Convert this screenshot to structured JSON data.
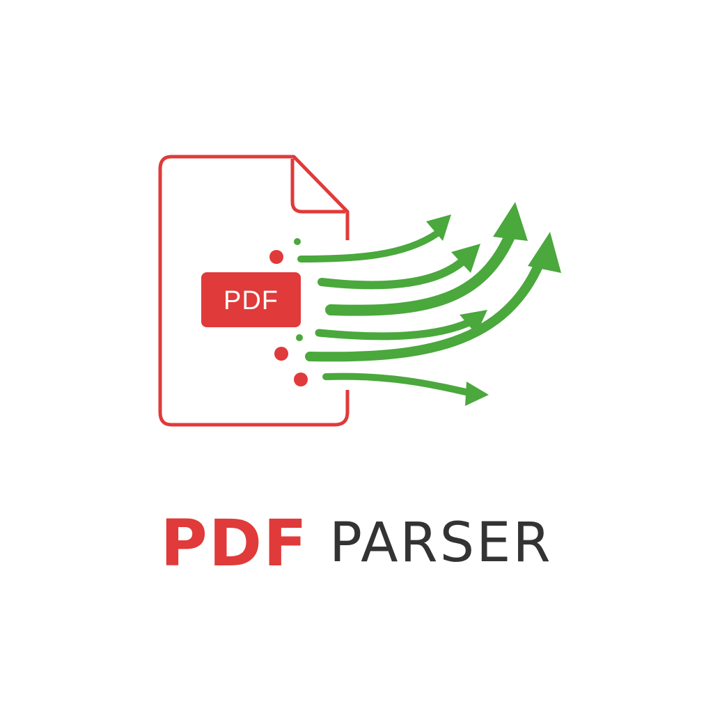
{
  "logo": {
    "badge_text": "PDF",
    "icon_name": "pdf-document-icon",
    "flow_icon_name": "data-flow-arrows-icon"
  },
  "wordmark": {
    "primary": "PDF",
    "secondary": "PARSER"
  },
  "colors": {
    "brand_red": "#e03a3a",
    "brand_green": "#4aa83c",
    "text_dark": "#333333",
    "background": "#ffffff"
  }
}
